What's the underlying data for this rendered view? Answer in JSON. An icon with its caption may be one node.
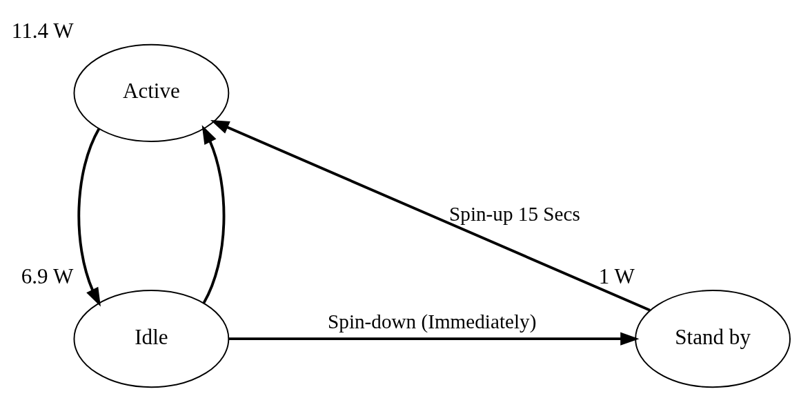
{
  "diagram": {
    "nodes": [
      {
        "text": [
          "Active"
        ],
        "beside": [
          "11.4 W"
        ]
      },
      {
        "text": [
          "Stand by"
        ],
        "beside": [
          "1 W"
        ]
      },
      {
        "text": [
          "Idle"
        ],
        "beside": [
          "6.9 W"
        ]
      }
    ],
    "edges": [
      {
        "from": 1,
        "to": 0,
        "arrow": "to",
        "label": "Spin-up 15 Secs"
      },
      {
        "from": 0,
        "to": 2,
        "arrow": "to"
      },
      {
        "from": 2,
        "to": 0,
        "arrow": "to"
      },
      {
        "from": 2,
        "to": 1,
        "arrow": "to",
        "label": "Spin-down (Immediately)"
      }
    ]
  }
}
